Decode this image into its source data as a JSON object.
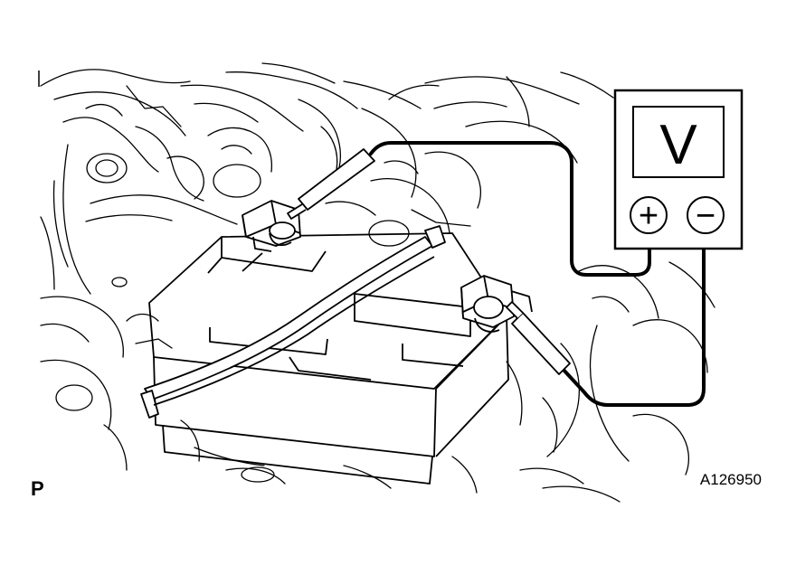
{
  "meter": {
    "symbol": "V",
    "positive_symbol": "+",
    "negative_symbol": "−"
  },
  "view_code": "P",
  "figure_id": "A126950",
  "colors": {
    "line": "#000000",
    "background": "#ffffff"
  }
}
